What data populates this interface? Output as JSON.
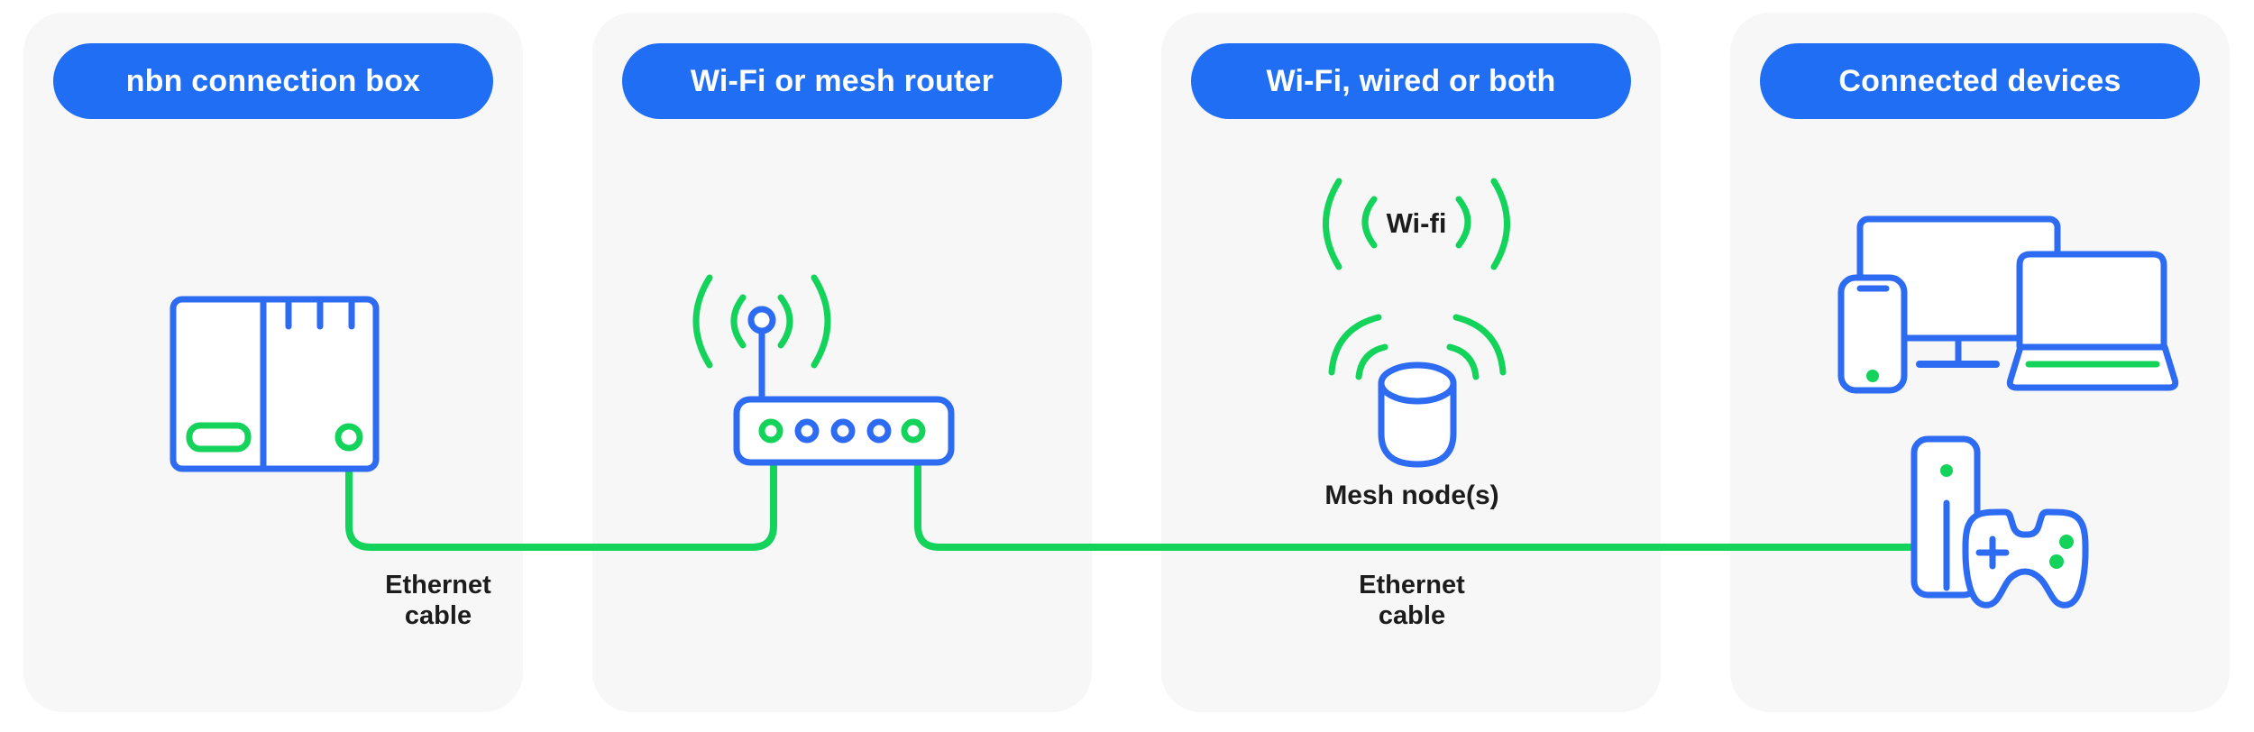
{
  "colors": {
    "pill_blue": "#206EF4",
    "stroke_blue": "#2C6BF2",
    "green": "#13D35A",
    "panel_bg": "#F7F7F8",
    "label_text": "#1C1C1C",
    "device_fill": "#FFFFFF",
    "page_bg": "#FFFFFF"
  },
  "panels": [
    {
      "id": "nbn-connection-box",
      "label": "nbn connection box"
    },
    {
      "id": "wifi-or-mesh-router",
      "label": "Wi-Fi or mesh router"
    },
    {
      "id": "wifi-wired-or-both",
      "label": "Wi-Fi, wired or both"
    },
    {
      "id": "connected-devices",
      "label": "Connected devices"
    }
  ],
  "annotations": {
    "ethernet_cable": {
      "line1": "Ethernet",
      "line2": "cable"
    },
    "wifi": "Wi-fi",
    "mesh_nodes": "Mesh node(s)"
  },
  "icons": {
    "nbn_box": "nbn-connection-box-icon",
    "router": "router-icon",
    "router_antenna_waves": "antenna-waves-icon",
    "wifi_signal": "wifi-signal-icon",
    "mesh_node": "mesh-node-icon",
    "monitor": "monitor-icon",
    "phone": "phone-icon",
    "laptop": "laptop-icon",
    "game_console": "game-console-icon",
    "game_controller": "game-controller-icon",
    "ethernet_cable_line": "ethernet-cable-line"
  }
}
